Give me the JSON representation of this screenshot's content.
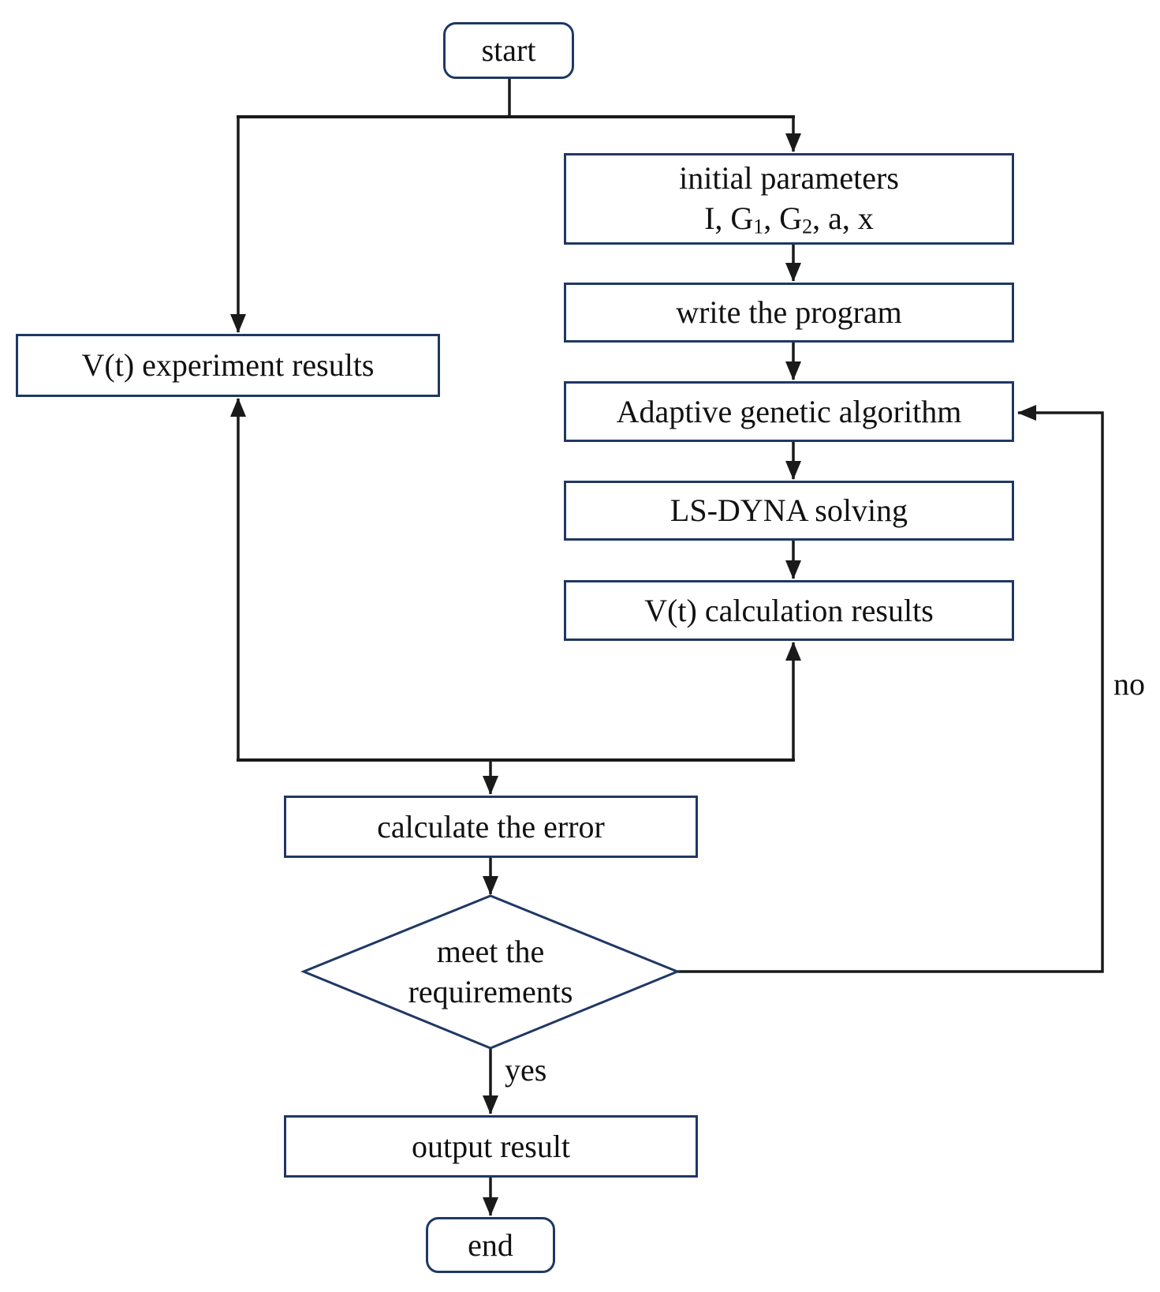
{
  "figure": {
    "type": "flowchart",
    "description": "Adaptive genetic algorithm optimization flowchart"
  },
  "colors": {
    "box_border": "#1f3864",
    "line": "#1a1a1a",
    "text": "#111111",
    "bg": "#ffffff"
  },
  "nodes": {
    "start": {
      "label": "start",
      "shape": "rounded"
    },
    "initial_parameters": {
      "line1": "initial parameters",
      "params": {
        "p1": "I, G",
        "sub1": "1",
        "p2": ", G",
        "sub2": "2",
        "p3": ", a, x"
      }
    },
    "write_program": {
      "label": "write the program"
    },
    "adaptive_ga": {
      "label": "Adaptive genetic algorithm"
    },
    "ls_dyna": {
      "label": "LS-DYNA solving"
    },
    "calc_results": {
      "label": "V(t) calculation results"
    },
    "experiment_results": {
      "label": "V(t) experiment results"
    },
    "calc_error": {
      "label": "calculate the error"
    },
    "decision": {
      "line1": "meet the",
      "line2": "requirements",
      "shape": "diamond"
    },
    "output_result": {
      "label": "output result"
    },
    "end": {
      "label": "end",
      "shape": "rounded"
    }
  },
  "edge_labels": {
    "yes": "yes",
    "no": "no"
  }
}
